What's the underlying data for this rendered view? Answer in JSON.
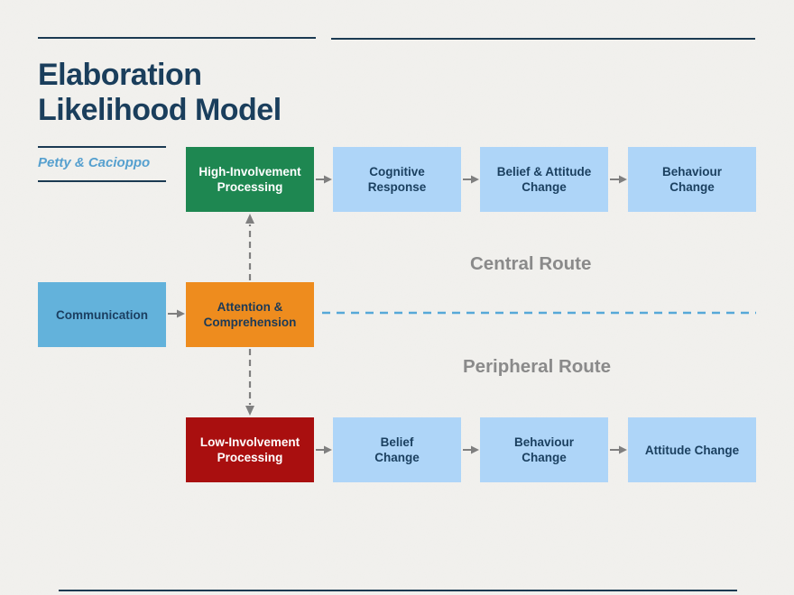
{
  "header": {
    "title_line1": "Elaboration",
    "title_line2": "Likelihood Model",
    "byline": "Petty & Cacioppo"
  },
  "routes": {
    "central": "Central Route",
    "peripheral": "Peripheral Route"
  },
  "nodes": {
    "communication": "Communication",
    "attention_comprehension": "Attention &\nComprehension",
    "high_involvement": "High-Involvement\nProcessing",
    "cognitive_response": "Cognitive\nResponse",
    "belief_attitude_change": "Belief & Attitude\nChange",
    "behaviour_change_top": "Behaviour\nChange",
    "low_involvement": "Low-Involvement\nProcessing",
    "belief_change": "Belief\nChange",
    "behaviour_change_bottom": "Behaviour\nChange",
    "attitude_change": "Attitude Change"
  },
  "colors": {
    "navy_rule": "#1b3a52",
    "title_navy": "#1a3e5c",
    "byline_blue": "#56a0cf",
    "green": "#1e8751",
    "orange": "#ee8c1e",
    "red": "#a90f0f",
    "medium_blue": "#63b2db",
    "light_blue": "#aed5f8",
    "box_text_dark": "#1b4060",
    "route_gray": "#8a8a8a",
    "arrow_gray": "#7f7f7f",
    "dashed_blue": "#56a8d8"
  }
}
